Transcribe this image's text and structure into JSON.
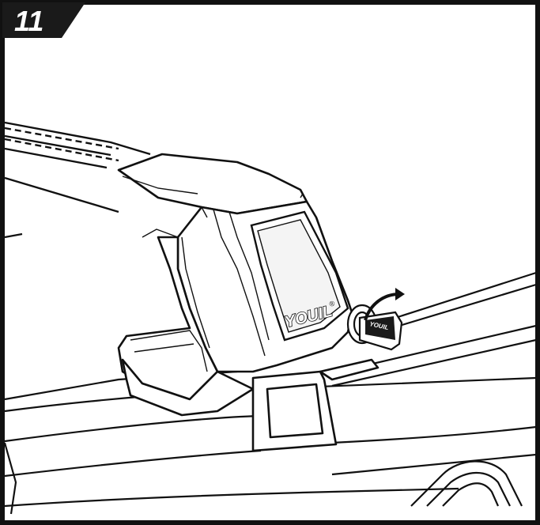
{
  "step": {
    "number": "11"
  },
  "product": {
    "brand": "YOUIL",
    "registered_mark": "®",
    "key_brand": "YOUIL"
  },
  "colors": {
    "line": "#111111",
    "paper": "#ffffff",
    "badge": "#1a1a1a",
    "badge_text": "#ffffff",
    "window": "#f4f4f4"
  },
  "icons": [
    "rotate-arrow-icon",
    "key-icon"
  ]
}
